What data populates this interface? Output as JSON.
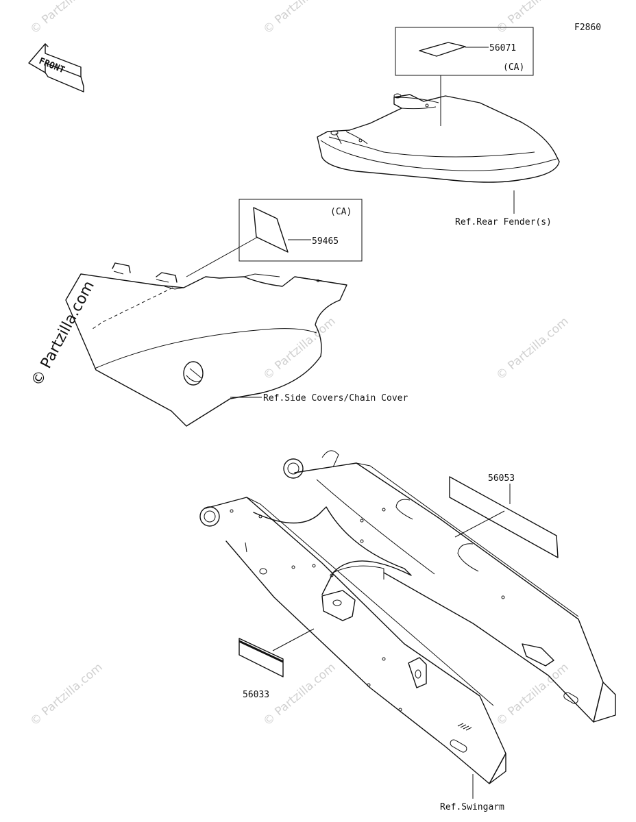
{
  "diagram_id": "F2860",
  "front_arrow_label": "FRONT",
  "watermark_side": "© Partzilla.com",
  "watermark_tile": "© Partzilla.com",
  "parts": {
    "p56071": {
      "number": "56071",
      "variant": "(CA)"
    },
    "p59465": {
      "number": "59465",
      "variant": "(CA)"
    },
    "p56053": {
      "number": "56053"
    },
    "p56033": {
      "number": "56033"
    }
  },
  "references": {
    "rear_fender": "Ref.Rear Fender(s)",
    "side_covers": "Ref.Side Covers/Chain Cover",
    "swingarm": "Ref.Swingarm"
  }
}
